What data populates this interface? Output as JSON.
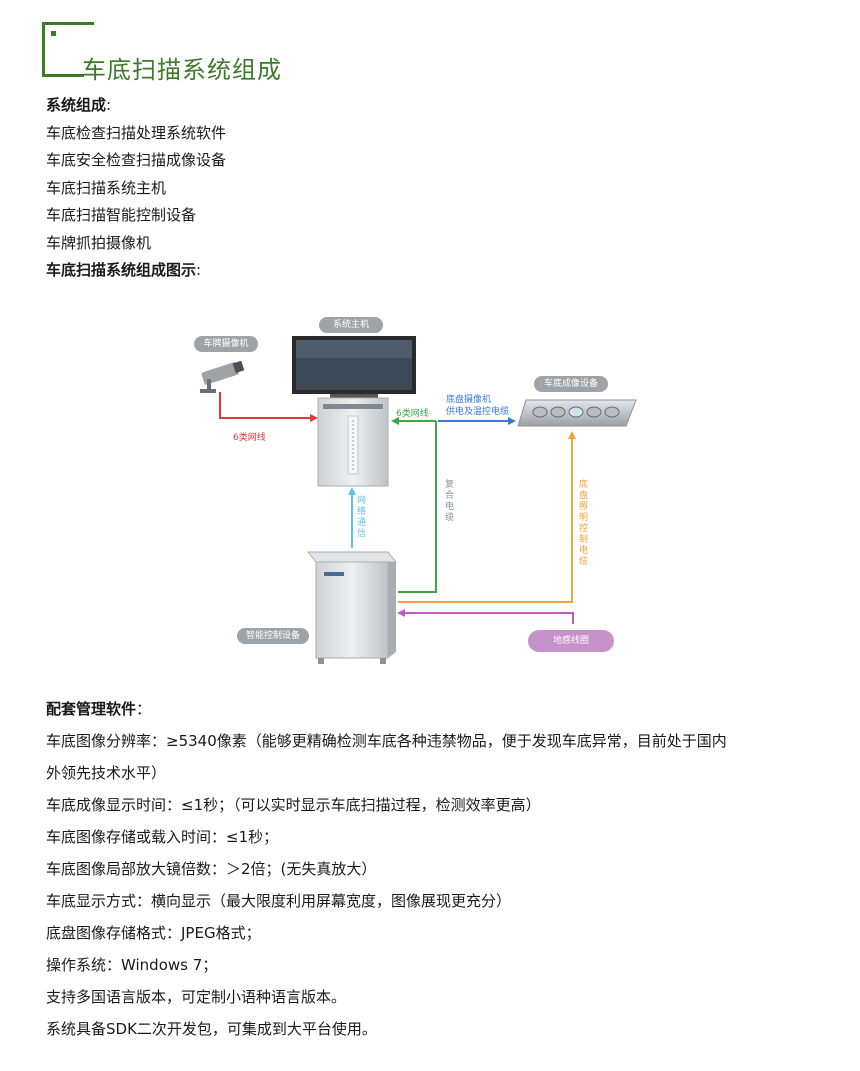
{
  "title": "车底扫描系统组成",
  "composition": {
    "heading": "系统组成",
    "heading_colon": ":",
    "items": [
      "车底检查扫描处理系统软件",
      "车底安全检查扫描成像设备",
      "车底扫描系统主机",
      "车底扫描智能控制设备",
      "车牌抓拍摄像机"
    ],
    "diagram_heading": "车底扫描系统组成图示",
    "diagram_colon": ":"
  },
  "diagram": {
    "tags": {
      "host": "系统主机",
      "camera": "车牌摄像机",
      "imaging": "车底成像设备",
      "controller": "智能控制设备",
      "loop": "地感线圈"
    },
    "labels": {
      "cat6_left": "6类网线",
      "cat6_right": "6类网线",
      "chassis_cam_1": "底盘摄像机",
      "chassis_cam_2": "供电及温控电缆",
      "network": "网络通信",
      "composite": "复合电缆",
      "lighting": "底盘照明控制电缆"
    },
    "colors": {
      "red": "#e23a3a",
      "green": "#3aa84a",
      "blue": "#3a7ad8",
      "cyan": "#5ec3e8",
      "orange": "#f2a33a",
      "purple": "#c05ac8",
      "green_accent": "#3d7a2a"
    }
  },
  "software": {
    "heading": "配套管理软件",
    "heading_colon": "：",
    "lines": [
      "车底图像分辨率：≥5340像素（能够更精确检测车底各种违禁物品，便于发现车底异常，目前处于国内",
      "外领先技术水平）",
      "车底成像显示时间：≤1秒；（可以实时显示车底扫描过程，检测效率更高）",
      "车底图像存储或载入时间：≤1秒；",
      "车底图像局部放大镜倍数：＞2倍；(无失真放大）",
      "车底显示方式：横向显示（最大限度利用屏幕宽度，图像展现更充分）",
      "底盘图像存储格式：JPEG格式；",
      "操作系统：Windows  7；",
      "支持多国语言版本，可定制小语种语言版本。",
      "系统具备SDK二次开发包，可集成到大平台使用。"
    ]
  }
}
